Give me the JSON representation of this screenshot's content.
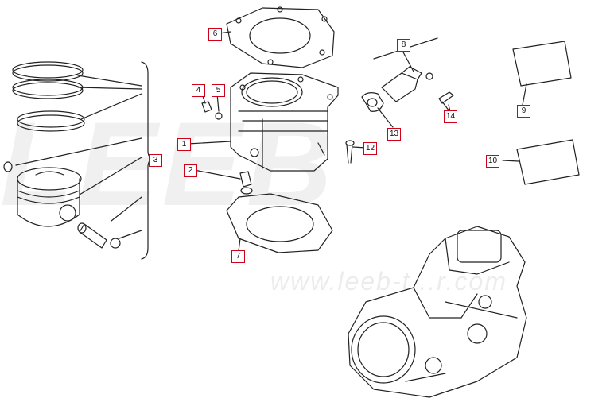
{
  "watermark": {
    "brand": "LEEB",
    "url": "www.leeb-t...r.com"
  },
  "callouts": [
    {
      "id": "1",
      "label": "1"
    },
    {
      "id": "2",
      "label": "2"
    },
    {
      "id": "3",
      "label": "3"
    },
    {
      "id": "4",
      "label": "4"
    },
    {
      "id": "5",
      "label": "5"
    },
    {
      "id": "6",
      "label": "6"
    },
    {
      "id": "7",
      "label": "7"
    },
    {
      "id": "8",
      "label": "8"
    },
    {
      "id": "9",
      "label": "9"
    },
    {
      "id": "10",
      "label": "10"
    },
    {
      "id": "12",
      "label": "12"
    },
    {
      "id": "13",
      "label": "13"
    },
    {
      "id": "14",
      "label": "14"
    }
  ],
  "colors": {
    "callout_border": "#d0021b",
    "line": "#222222",
    "watermark": "#f0f0f0"
  }
}
